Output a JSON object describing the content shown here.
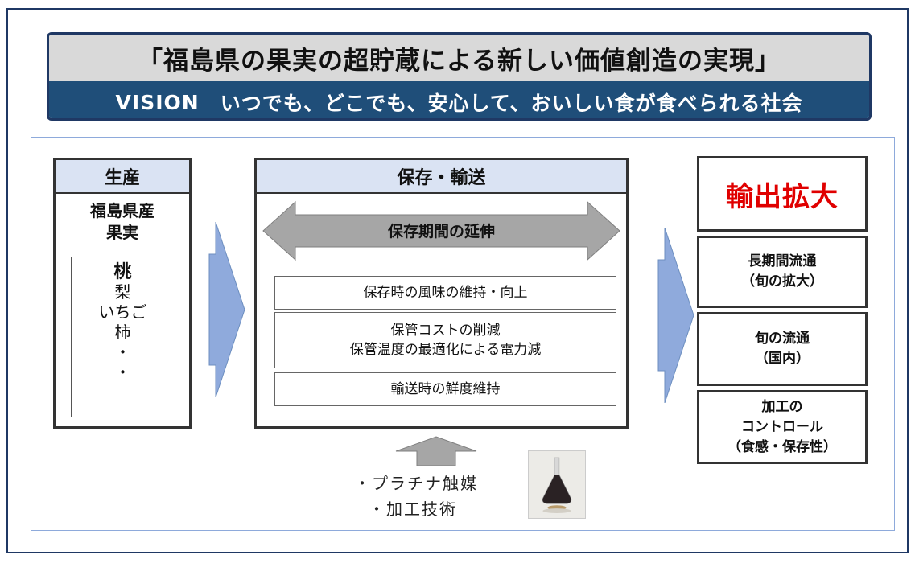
{
  "title": {
    "main": "「福島県の果実の超貯蔵による新しい価値創造の実現」",
    "vision_label": "VISION",
    "vision_text": "いつでも、どこでも、安心して、おいしい食が食べられる社会"
  },
  "production": {
    "header": "生産",
    "subtitle_line1": "福島県産",
    "subtitle_line2": "果実",
    "fruits": [
      "桃",
      "梨",
      "いちご",
      "柿",
      "・",
      "・"
    ]
  },
  "storage": {
    "header": "保存・輸送",
    "arrow_label": "保存期間の延伸",
    "items": [
      [
        "保存時の風味の維持・向上"
      ],
      [
        "保管コストの削減",
        "保管温度の最適化による電力減"
      ],
      [
        "輸送時の鮮度維持"
      ]
    ]
  },
  "export": {
    "header": "輸出拡大",
    "items": [
      [
        "長期間流通",
        "（旬の拡大）"
      ],
      [
        "旬の流通",
        "（国内）"
      ],
      [
        "加工の",
        "コントロール",
        "（食感・保存性）"
      ]
    ]
  },
  "technology": {
    "items": [
      "・プラチナ触媒",
      "・加工技術"
    ]
  },
  "colors": {
    "navy": "#1f4e79",
    "header_fill": "#dae3f3",
    "arrow_blue": "#8faadc",
    "export_red": "#e00000"
  }
}
